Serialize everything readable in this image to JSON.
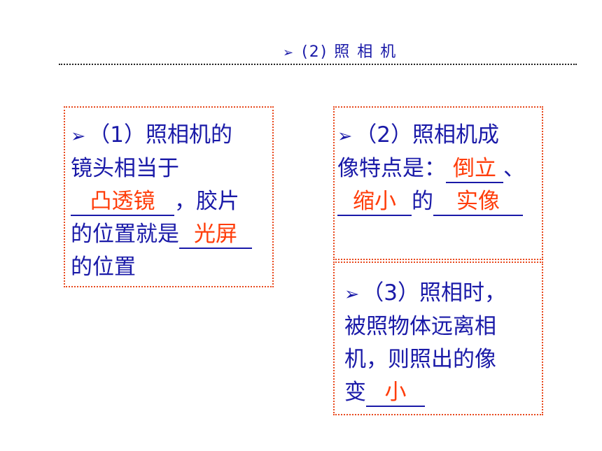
{
  "header": {
    "bullet": "➢",
    "title": "(2) 照 相 机"
  },
  "box1": {
    "bullet": "➢",
    "line1": "（1）照相机的",
    "line2": "镜头相当于",
    "answer1": "凸透镜",
    "line3_suffix": "，胶片",
    "line4_prefix": "的位置就是",
    "answer2": "光屏",
    "line5": "的位置"
  },
  "box2": {
    "bullet": "➢",
    "line1": "（2）照相机成",
    "line2_prefix": "像特点是：",
    "answer1": "倒立",
    "sep": "、",
    "answer2": "缩小",
    "mid": "的",
    "answer3": "实像"
  },
  "box3": {
    "bullet": "➢",
    "line1": "（3）照相时，",
    "line2": "被照物体远离相",
    "line3": "机，则照出的像",
    "line4_prefix": "变",
    "answer1": "小"
  }
}
